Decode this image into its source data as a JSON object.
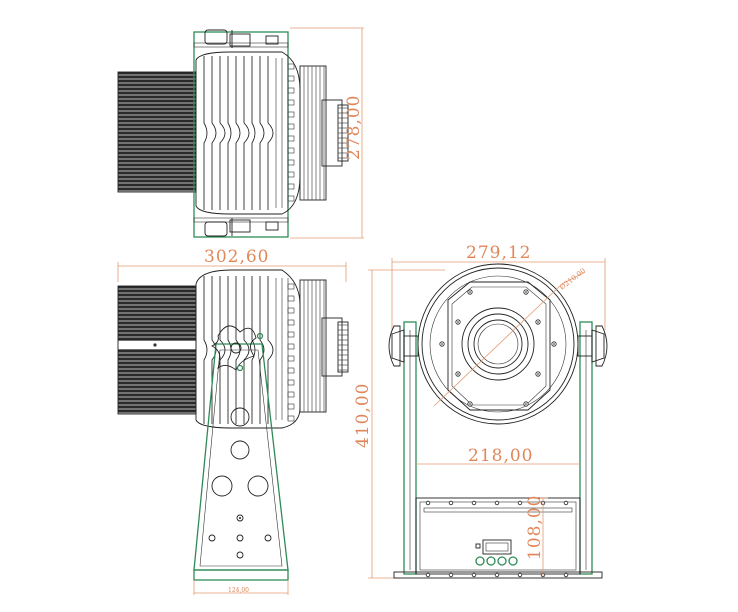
{
  "dimensions": {
    "top_height": "278,00",
    "side_length": "302,60",
    "front_width": "279,12",
    "lens_diameter": "Ø210,00",
    "total_height": "410,00",
    "base_width": "218,00",
    "box_height": "108,00",
    "bracket_base_width": "124,00"
  }
}
